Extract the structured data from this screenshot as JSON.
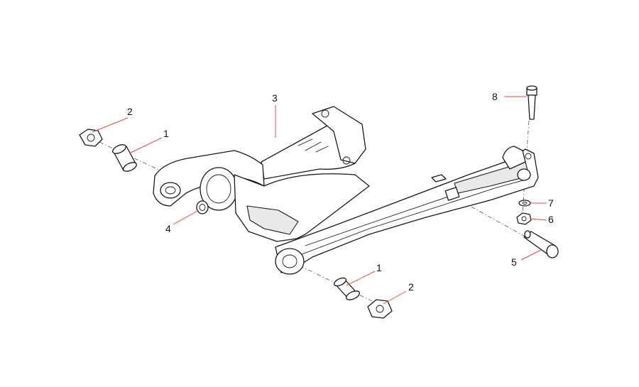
{
  "diagram": {
    "callouts": [
      {
        "id": "c1a",
        "label": "1",
        "part": "bushing"
      },
      {
        "id": "c1b",
        "label": "1",
        "part": "bushing"
      },
      {
        "id": "c2a",
        "label": "2",
        "part": "nut"
      },
      {
        "id": "c2b",
        "label": "2",
        "part": "nut"
      },
      {
        "id": "c3",
        "label": "3",
        "part": "swingarm"
      },
      {
        "id": "c4",
        "label": "4",
        "part": "washer"
      },
      {
        "id": "c5",
        "label": "5",
        "part": "pin"
      },
      {
        "id": "c6",
        "label": "6",
        "part": "nut"
      },
      {
        "id": "c7",
        "label": "7",
        "part": "washer"
      },
      {
        "id": "c8",
        "label": "8",
        "part": "screw"
      }
    ],
    "colors": {
      "leader": "#d9534f",
      "outline": "#1a1a1a",
      "background": "#ffffff"
    }
  }
}
